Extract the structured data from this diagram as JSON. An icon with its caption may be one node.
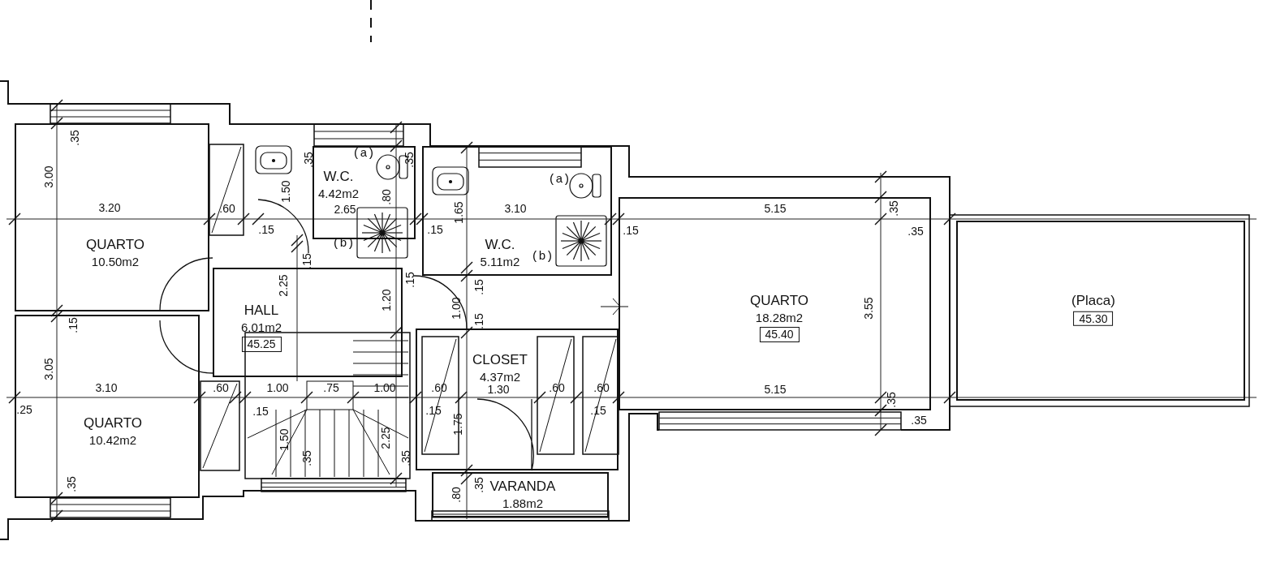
{
  "diagram": {
    "nodes": [
      {
        "text": [
          "QUARTO",
          "10.50m2"
        ]
      },
      {
        "text": [
          "W.C.",
          "4.42m2"
        ]
      },
      {
        "text": [
          "W.C.",
          "5.11m2"
        ]
      },
      {
        "text": [
          "QUARTO",
          "18.28m2",
          "45.40"
        ]
      },
      {
        "text": [
          "(Placa)",
          "45.30"
        ]
      },
      {
        "text": [
          "HALL",
          "6.01m2",
          "45.25"
        ]
      },
      {
        "text": [
          "CLOSET",
          "4.37m2"
        ]
      },
      {
        "text": [
          "QUARTO",
          "10.42m2"
        ]
      },
      {
        "text": [
          "VARANDA",
          "1.88m2"
        ]
      }
    ],
    "labels": [
      ".35",
      ".35",
      "(a)",
      ".35",
      "3.00",
      "(a)",
      "1.50",
      ".80",
      "3.20",
      ".60",
      "2.65",
      "1.65",
      "3.10",
      "5.15",
      ".35",
      ".15",
      ".15",
      ".15",
      ".35",
      "(b)",
      ".15",
      "(b)",
      "2.25",
      ".15",
      ".15",
      "1.20",
      "1.00",
      "3.55",
      ".15",
      ".15",
      "3.05",
      "3.10",
      ".60",
      "1.00",
      ".75",
      "1.00",
      ".60",
      "1.30",
      ".60",
      ".60",
      "5.15",
      ".25",
      ".15",
      ".15",
      ".15",
      ".35",
      ".35",
      "1.50",
      "2.25",
      "1.75",
      ".35",
      ".35",
      ".35",
      ".80",
      ".35"
    ]
  }
}
